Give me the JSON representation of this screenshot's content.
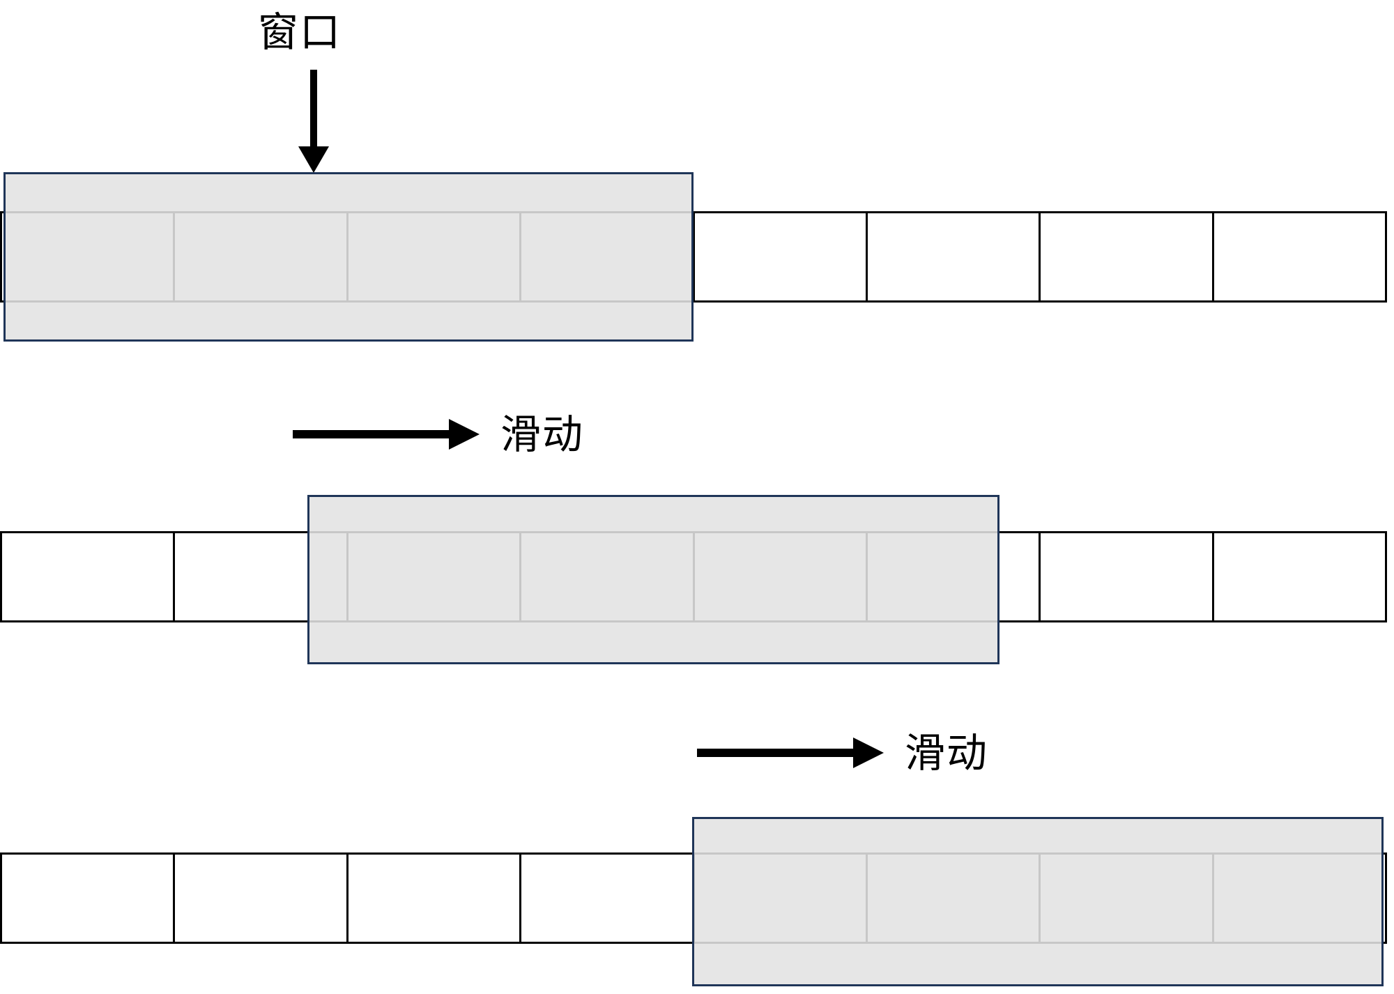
{
  "diagram": {
    "title_label": "窗口",
    "slide_label_1": "滑动",
    "slide_label_2": "滑动",
    "colors": {
      "window_border": "#1f3558",
      "window_fill": "#e2e2e2",
      "cell_border": "#000000",
      "arrow": "#000000",
      "background": "#ffffff"
    },
    "rows": [
      {
        "name": "row-1",
        "cell_count": 8,
        "window_start_cell": 0,
        "window_end_cell": 4,
        "highlighted_cells": [
          1,
          1,
          1,
          1,
          0,
          0,
          0,
          0
        ]
      },
      {
        "name": "row-2",
        "cell_count": 8,
        "window_start_cell": 2,
        "window_end_cell": 6,
        "highlighted_cells": [
          0,
          0,
          1,
          1,
          1,
          1,
          0,
          0
        ]
      },
      {
        "name": "row-3",
        "cell_count": 8,
        "window_start_cell": 4,
        "window_end_cell": 8,
        "highlighted_cells": [
          0,
          0,
          0,
          0,
          1,
          1,
          1,
          1
        ]
      }
    ]
  }
}
